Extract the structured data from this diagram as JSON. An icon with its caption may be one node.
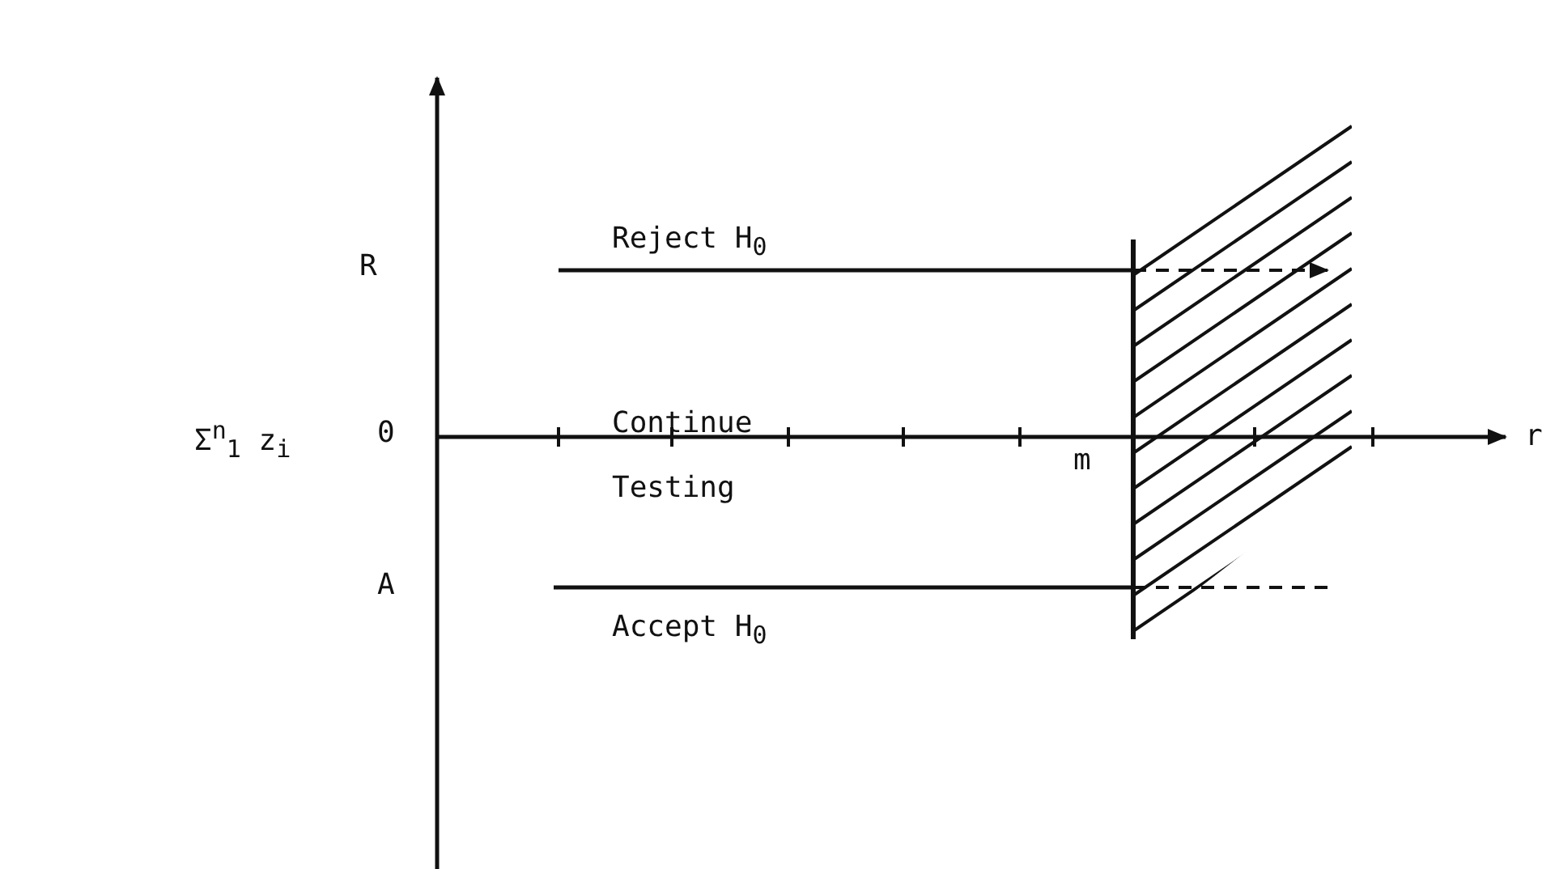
{
  "diagram": {
    "labels": [
      "R",
      "Reject H$_{0}$",
      "Σ$^{n}$$_{1}$ z$_{i}$",
      "0",
      "Continue Testing",
      "r",
      "m",
      "A",
      "Accept H$_{0}$"
    ]
  }
}
